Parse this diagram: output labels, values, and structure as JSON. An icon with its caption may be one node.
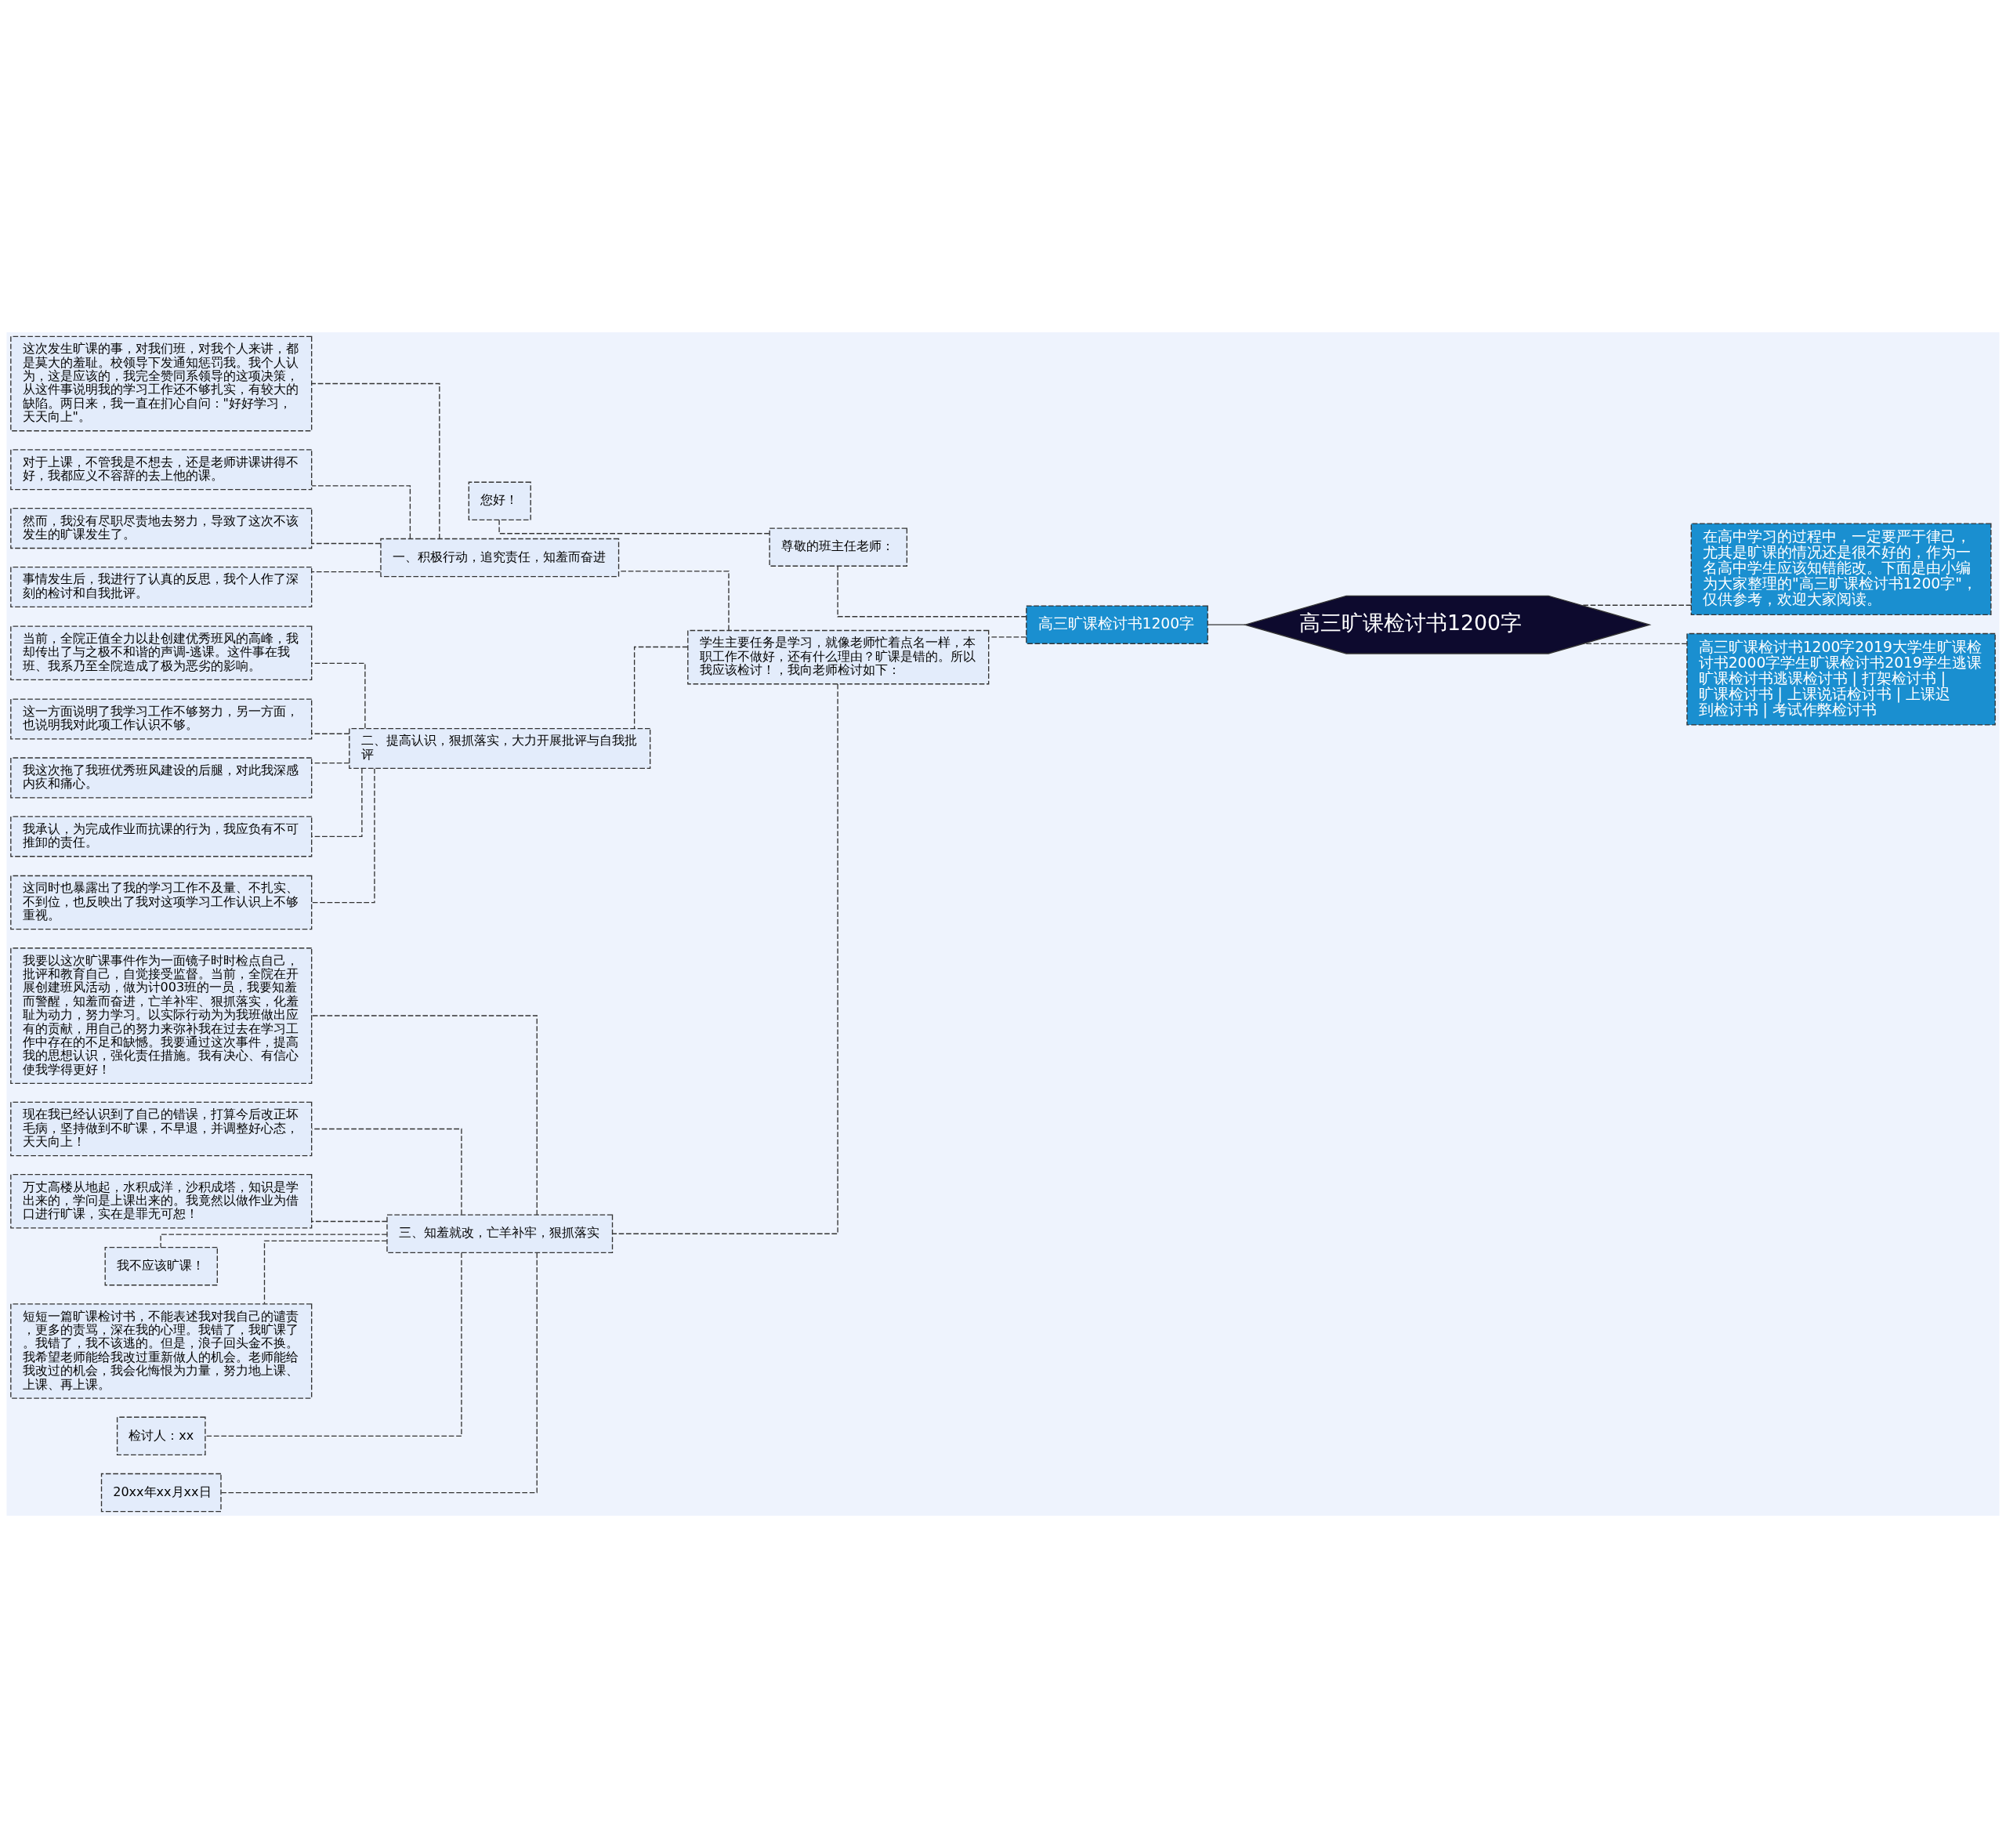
{
  "diagram": {
    "nodes": [
      {
        "text": [
          "高三旷课检讨书1200字"
        ]
      },
      {
        "text": [
          "在高中学习的过程中，一定要严于律己，尤其是旷课的情况还是很不好的，作为一名高中学生应该知错能改。下面是由小编为大家整理的\"高三旷课检讨书1200字\"，仅供参考，欢迎大家阅读。"
        ]
      },
      {
        "text": [
          "高三旷课检讨书1200字2019大学生旷课检讨书2000字学生旷课检讨书2019学生逃课旷课检讨书逃课检讨书 | 打架检讨书 | 旷课检讨书 | 上课说话检讨书 | 上课迟到检讨书 | 考试作弊检讨书"
        ]
      },
      {
        "text": [
          "高三旷课检讨书1200字"
        ]
      },
      {
        "text": [
          "尊敬的班主任老师："
        ]
      },
      {
        "text": [
          "您好！"
        ]
      },
      {
        "text": [
          "学生主要任务是学习，就像老师忙着点名一样，本职工作不做好，还有什么理由？旷课是错的。所以我应该检讨！，我向老师检讨如下："
        ]
      },
      {
        "text": [
          "一、积极行动，追究责任，知羞而奋进"
        ]
      },
      {
        "text": [
          "这次发生旷课的事，对我们班，对我个人来讲，都是莫大的羞耻。校领导下发通知惩罚我。我个人认为，这是应该的，我完全赞同系领导的这项决策，从这件事说明我的学习工作还不够扎实，有较大的缺陷。两日来，我一直在扪心自问：\"好好学习，天天向上\"。"
        ]
      },
      {
        "text": [
          "对于上课，不管我是不想去，还是老师讲课讲得不好，我都应义不容辞的去上他的课。"
        ]
      },
      {
        "text": [
          "然而，我没有尽职尽责地去努力，导致了这次不该发生的旷课发生了。"
        ]
      },
      {
        "text": [
          "事情发生后，我进行了认真的反思，我个人作了深刻的检讨和自我批评。"
        ]
      },
      {
        "text": [
          "二、提高认识，狠抓落实，大力开展批评与自我批评"
        ]
      },
      {
        "text": [
          "当前，全院正值全力以赴创建优秀班风的高峰，我却传出了与之极不和谐的声调-逃课。这件事在我班、我系乃至全院造成了极为恶劣的影响。"
        ]
      },
      {
        "text": [
          "这一方面说明了我学习工作不够努力，另一方面，也说明我对此项工作认识不够。"
        ]
      },
      {
        "text": [
          "我这次拖了我班优秀班风建设的后腿，对此我深感内疚和痛心。"
        ]
      },
      {
        "text": [
          "我承认，为完成作业而抗课的行为，我应负有不可推卸的责任。"
        ]
      },
      {
        "text": [
          "这同时也暴露出了我的学习工作不及量、不扎实、不到位，也反映出了我对这项学习工作认识上不够重视。"
        ]
      },
      {
        "text": [
          "三、知羞就改，亡羊补牢，狠抓落实"
        ]
      },
      {
        "text": [
          "我要以这次旷课事件作为一面镜子时时检点自己，批评和教育自己，自觉接受监督。当前，全院在开展创建班风活动，做为计003班的一员，我要知羞而警醒，知羞而奋进，亡羊补牢、狠抓落实，化羞耻为动力，努力学习。以实际行动为为我班做出应有的贡献，用自己的努力来弥补我在过去在学习工作中存在的不足和缺憾。我要通过这次事件，提高我的思想认识，强化责任措施。我有决心、有信心使我学得更好！"
        ]
      },
      {
        "text": [
          "现在我已经认识到了自己的错误，打算今后改正坏毛病，坚持做到不旷课，不早退，并调整好心态，天天向上！"
        ]
      },
      {
        "text": [
          "万丈高楼从地起，水积成洋，沙积成塔，知识是学出来的，学问是上课出来的。我竟然以做作业为借口进行旷课，实在是罪无可恕！"
        ]
      },
      {
        "text": [
          "我不应该旷课！"
        ]
      },
      {
        "text": [
          "短短一篇旷课检讨书，不能表述我对我自己的谴责，更多的责骂，深在我的心理。我错了，我旷课了。我错了，我不该逃的。但是，浪子回头金不换。我希望老师能给我改过重新做人的机会。老师能给我改过的机会，我会化悔恨为力量，努力地上课、上课、再上课。"
        ]
      },
      {
        "text": [
          "检讨人：xx"
        ]
      },
      {
        "text": [
          "20xx年xx月xx日"
        ]
      }
    ],
    "edges": [
      {
        "from": 0,
        "to": 1,
        "arrow": "none",
        "style": "dashed"
      },
      {
        "from": 0,
        "to": 2,
        "arrow": "none",
        "style": "dashed"
      },
      {
        "from": 0,
        "to": 3,
        "arrow": "none"
      },
      {
        "from": 3,
        "to": 4,
        "arrow": "none",
        "style": "dashed"
      },
      {
        "from": 4,
        "to": 5,
        "arrow": "none",
        "style": "dashed"
      },
      {
        "from": 3,
        "to": 6,
        "arrow": "none",
        "style": "dashed"
      },
      {
        "from": 6,
        "to": 7,
        "arrow": "none",
        "style": "dashed"
      },
      {
        "from": 7,
        "to": 8,
        "arrow": "none",
        "style": "dashed"
      },
      {
        "from": 7,
        "to": 9,
        "arrow": "none",
        "style": "dashed"
      },
      {
        "from": 7,
        "to": 10,
        "arrow": "none",
        "style": "dashed"
      },
      {
        "from": 7,
        "to": 11,
        "arrow": "none",
        "style": "dashed"
      },
      {
        "from": 6,
        "to": 12,
        "arrow": "none",
        "style": "dashed"
      },
      {
        "from": 12,
        "to": 13,
        "arrow": "none",
        "style": "dashed"
      },
      {
        "from": 12,
        "to": 14,
        "arrow": "none",
        "style": "dashed"
      },
      {
        "from": 12,
        "to": 15,
        "arrow": "none",
        "style": "dashed"
      },
      {
        "from": 12,
        "to": 16,
        "arrow": "none",
        "style": "dashed"
      },
      {
        "from": 12,
        "to": 17,
        "arrow": "none",
        "style": "dashed"
      },
      {
        "from": 6,
        "to": 18,
        "arrow": "none",
        "style": "dashed"
      },
      {
        "from": 18,
        "to": 19,
        "arrow": "none",
        "style": "dashed"
      },
      {
        "from": 18,
        "to": 20,
        "arrow": "none",
        "style": "dashed"
      },
      {
        "from": 18,
        "to": 21,
        "arrow": "none",
        "style": "dashed"
      },
      {
        "from": 18,
        "to": 22,
        "arrow": "none",
        "style": "dashed"
      },
      {
        "from": 18,
        "to": 23,
        "arrow": "none",
        "style": "dashed"
      },
      {
        "from": 18,
        "to": 24,
        "arrow": "none",
        "style": "dashed"
      },
      {
        "from": 18,
        "to": 25,
        "arrow": "none",
        "style": "dashed"
      }
    ]
  }
}
